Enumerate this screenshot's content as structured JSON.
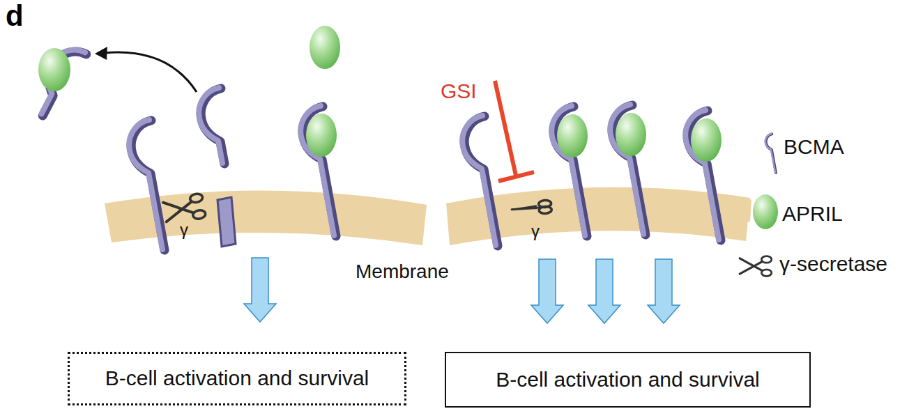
{
  "diagram": {
    "nodes": [
      {
        "text": [
          "B-cell activation and survival"
        ]
      },
      {
        "text": [
          "B-cell activation and survival"
        ]
      }
    ],
    "labels": [
      "d",
      "GSI",
      "γ",
      "γ",
      "Membrane"
    ],
    "legend": [
      {
        "text": "BCMA"
      },
      {
        "text": "APRIL"
      },
      {
        "text": "γ-secretase"
      }
    ]
  }
}
